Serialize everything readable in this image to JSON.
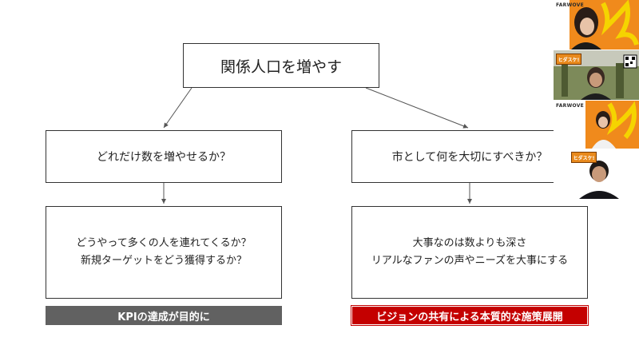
{
  "slide": {
    "root": "関係人口を増やす",
    "left": {
      "question": "どれだけ数を増やせるか？",
      "detail_lines": [
        "どうやって多くの人を連れてくるか？",
        "新規ターゲットをどう獲得するか？"
      ],
      "tag": "KPIの達成が目的に"
    },
    "right": {
      "question": "市として何を大切にすべきか？",
      "detail_lines": [
        "大事なのは数よりも深さ",
        "リアルなファンの声やニーズを大事にする"
      ],
      "tag": "ビジョンの共有による本質的な施策展開"
    }
  },
  "video_panel": {
    "tiles": [
      {
        "brand": "FARWOVE",
        "participant": "participant-1"
      },
      {
        "badge": "ヒダスケ!",
        "participant": "participant-2"
      },
      {
        "brand": "FARWOVE",
        "participant": "participant-3"
      },
      {
        "badge": "ヒダスケ!",
        "participant": "participant-4"
      }
    ]
  },
  "colors": {
    "tag_left": "#616161",
    "tag_right": "#c40000",
    "accent_yellow": "#f5d400",
    "accent_orange": "#f08a1c"
  }
}
